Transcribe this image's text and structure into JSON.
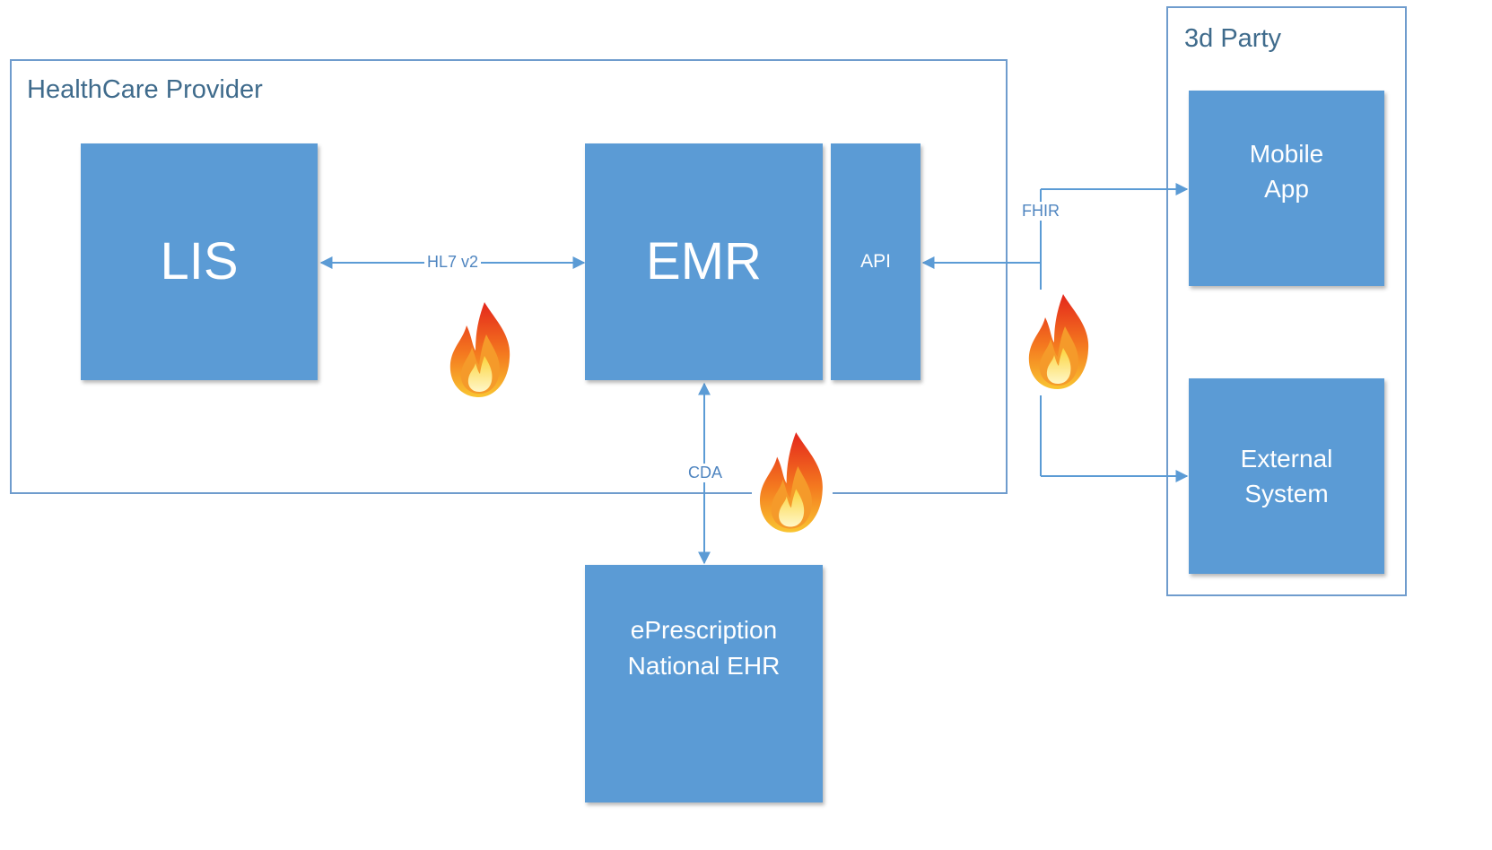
{
  "containers": {
    "provider": {
      "title": "HealthCare Provider"
    },
    "third_party": {
      "title": "3d Party"
    }
  },
  "nodes": {
    "lis": "LIS",
    "emr": "EMR",
    "api": "API",
    "mobile_app": "Mobile\nApp",
    "external_system": "External\nSystem",
    "eprescription": "ePrescription\nNational EHR"
  },
  "edges": {
    "lis_emr": "HL7 v2",
    "emr_eprescription": "CDA",
    "api_third_party": "FHIR"
  },
  "icons": {
    "flame": "fire-icon"
  },
  "colors": {
    "box_fill": "#5b9bd5",
    "container_border": "#6f9ccd",
    "connector": "#5b9bd5",
    "title_text": "#3f6b8c"
  }
}
